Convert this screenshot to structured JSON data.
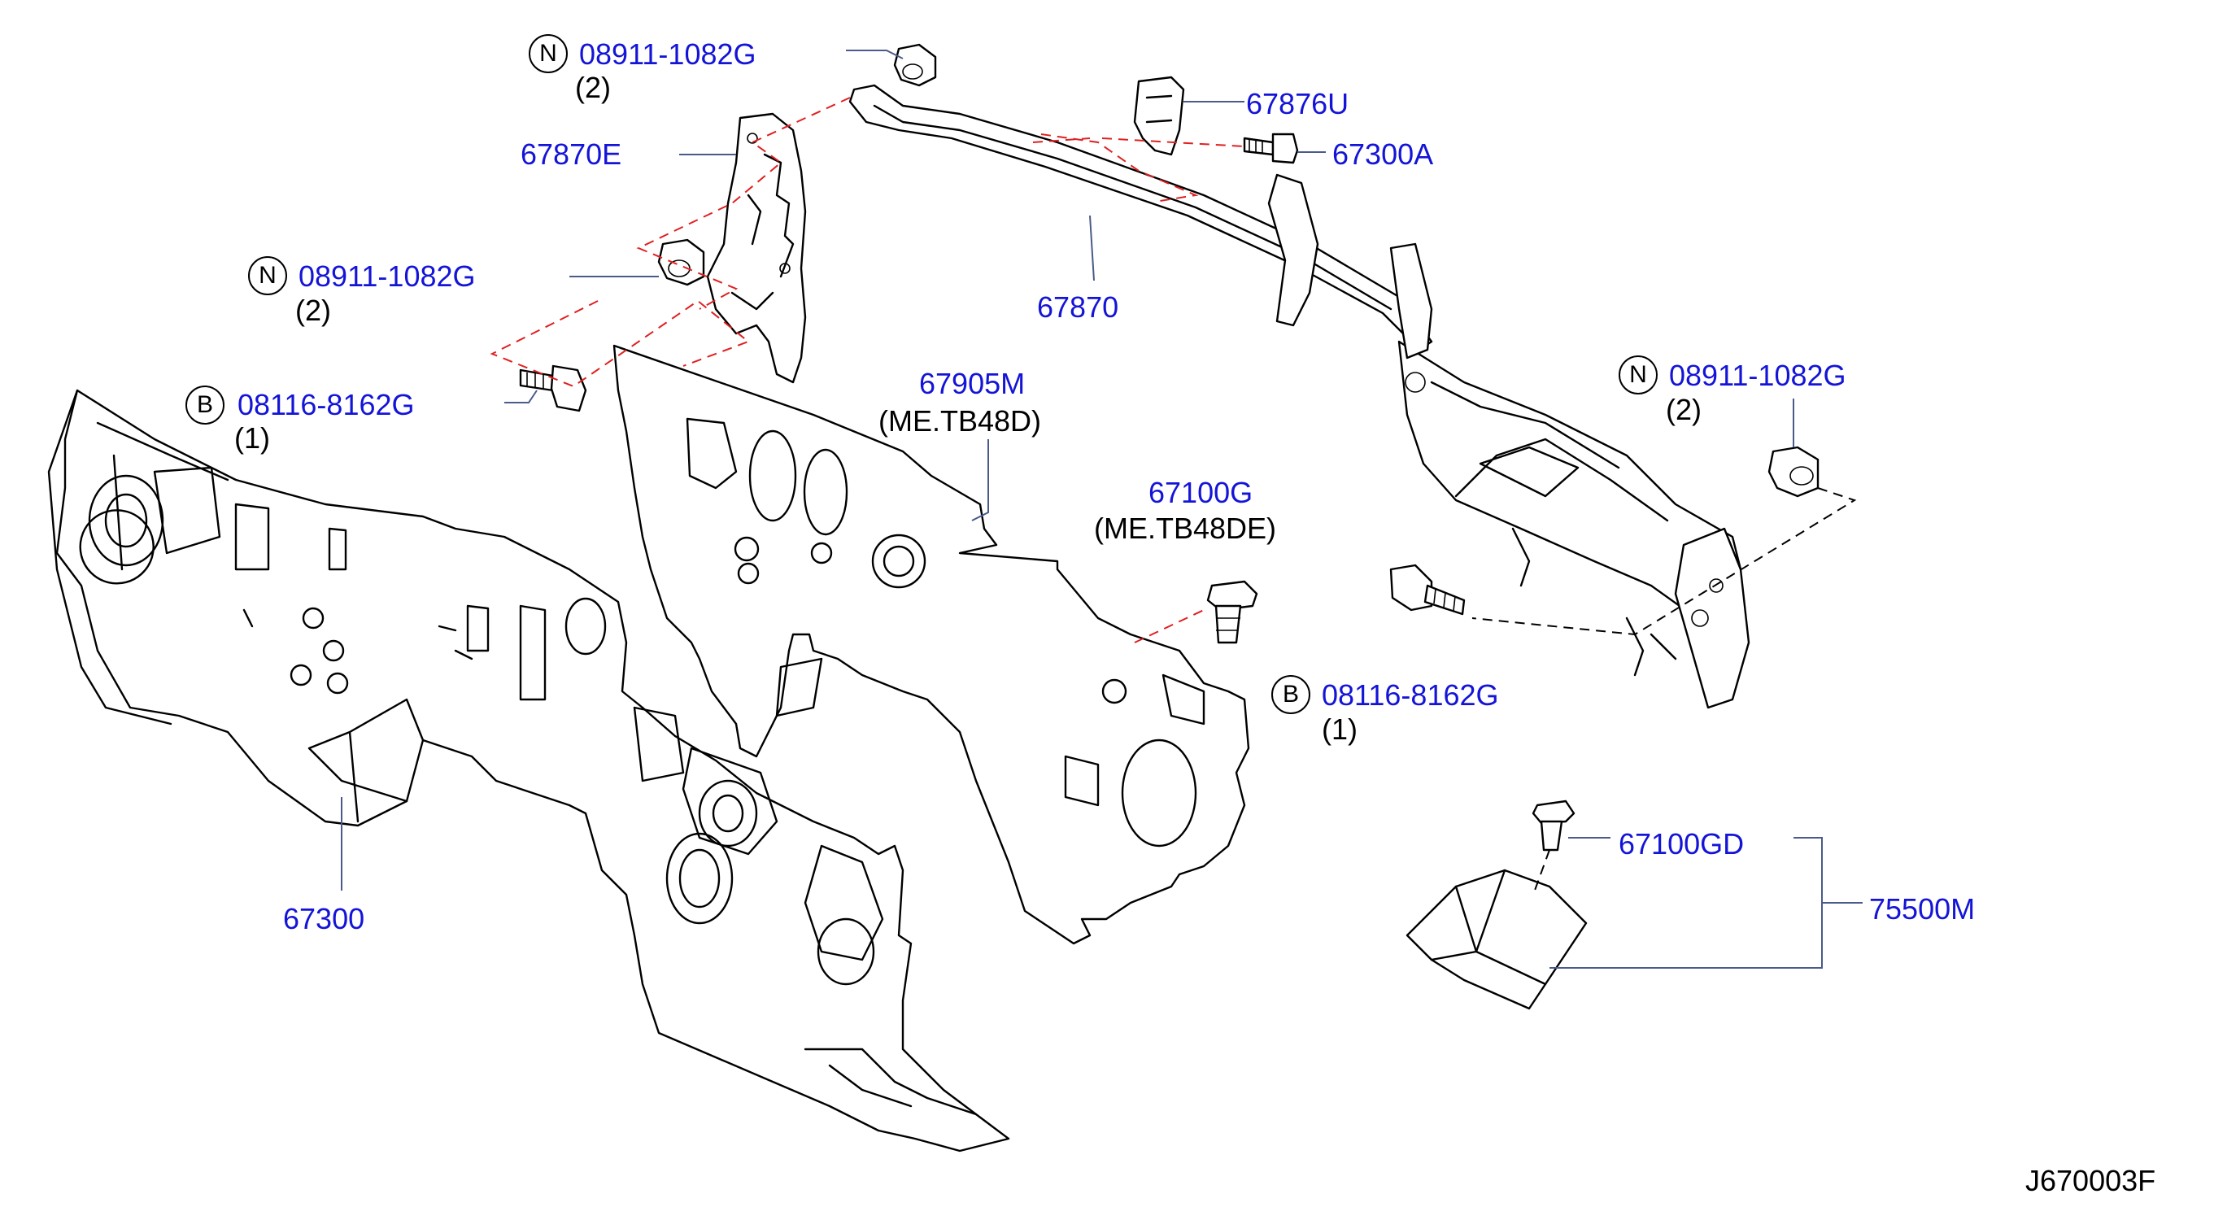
{
  "callouts": [
    {
      "id": "n1",
      "prefix": "N",
      "part": "08911-1082G",
      "qty": "(2)"
    },
    {
      "id": "n2",
      "prefix": "N",
      "part": "08911-1082G",
      "qty": "(2)"
    },
    {
      "id": "b1",
      "prefix": "B",
      "part": "08116-8162G",
      "qty": "(1)"
    },
    {
      "id": "n3",
      "prefix": "N",
      "part": "08911-1082G",
      "qty": "(2)"
    },
    {
      "id": "b2",
      "prefix": "B",
      "part": "08116-8162G",
      "qty": "(1)"
    }
  ],
  "parts": {
    "p67870E": "67870E",
    "p67876U": "67876U",
    "p67300A": "67300A",
    "p67870": "67870",
    "p67905M": "67905M",
    "p67905M_note": "(ME.TB48D)",
    "p67100G": "67100G",
    "p67100G_note": "(ME.TB48DE)",
    "p67100GD": "67100GD",
    "p75500M": "75500M",
    "p67300": "67300"
  },
  "diagram_code": "J670003F",
  "colors": {
    "label_blue": "#1414d8",
    "leader": "#4a5a8a",
    "dash_red": "#e02020",
    "line": "#000000"
  }
}
